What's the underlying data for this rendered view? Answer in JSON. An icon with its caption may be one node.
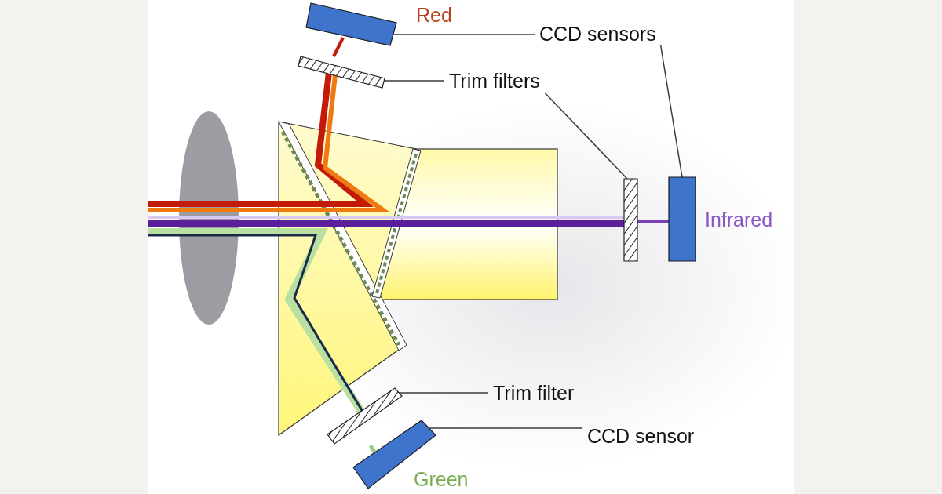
{
  "diagram": {
    "nodes": [
      {
        "text": [
          "CCD sensors"
        ]
      },
      {
        "text": [
          "Trim filters"
        ]
      },
      {
        "text": [
          "Trim filter"
        ]
      },
      {
        "text": [
          "CCD sensor"
        ]
      },
      {
        "text": [],
        "shape": "box"
      },
      {
        "text": [],
        "shape": "box"
      },
      {
        "text": [],
        "shape": "box"
      },
      {
        "text": [],
        "shape": "box"
      },
      {
        "text": [],
        "shape": "box"
      },
      {
        "text": [],
        "shape": "box"
      }
    ],
    "edges": [
      {
        "from": 0,
        "to": 4,
        "arrow": "none"
      },
      {
        "from": 0,
        "to": 7,
        "arrow": "none"
      },
      {
        "from": 1,
        "to": 5,
        "arrow": "none"
      },
      {
        "from": 1,
        "to": 6,
        "arrow": "none"
      },
      {
        "from": 2,
        "to": 8,
        "arrow": "none"
      },
      {
        "from": 3,
        "to": 9,
        "arrow": "none"
      }
    ],
    "labels": [
      "Red",
      "Infrared",
      "Green"
    ]
  }
}
